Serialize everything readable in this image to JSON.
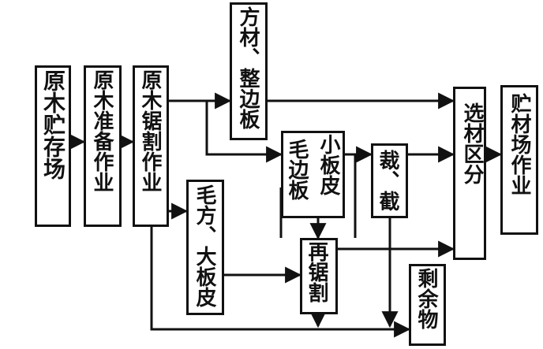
{
  "diagram": {
    "nodes": {
      "log_storage": "原木贮存场",
      "log_prep": "原木准备作业",
      "log_sawing": "原木锯割作业",
      "square_timber": "方材、整边板",
      "rough_square": "毛方、大板皮",
      "rough_edge_col1": "毛边板",
      "rough_edge_col2": "小板皮",
      "cut_off": "裁、截",
      "resaw": "再锯割",
      "selection": "选材区分",
      "storage_yard": "贮材场作业",
      "leftover": "剩余物"
    },
    "colors": {
      "stroke": "#111111",
      "background": "#ffffff"
    }
  }
}
